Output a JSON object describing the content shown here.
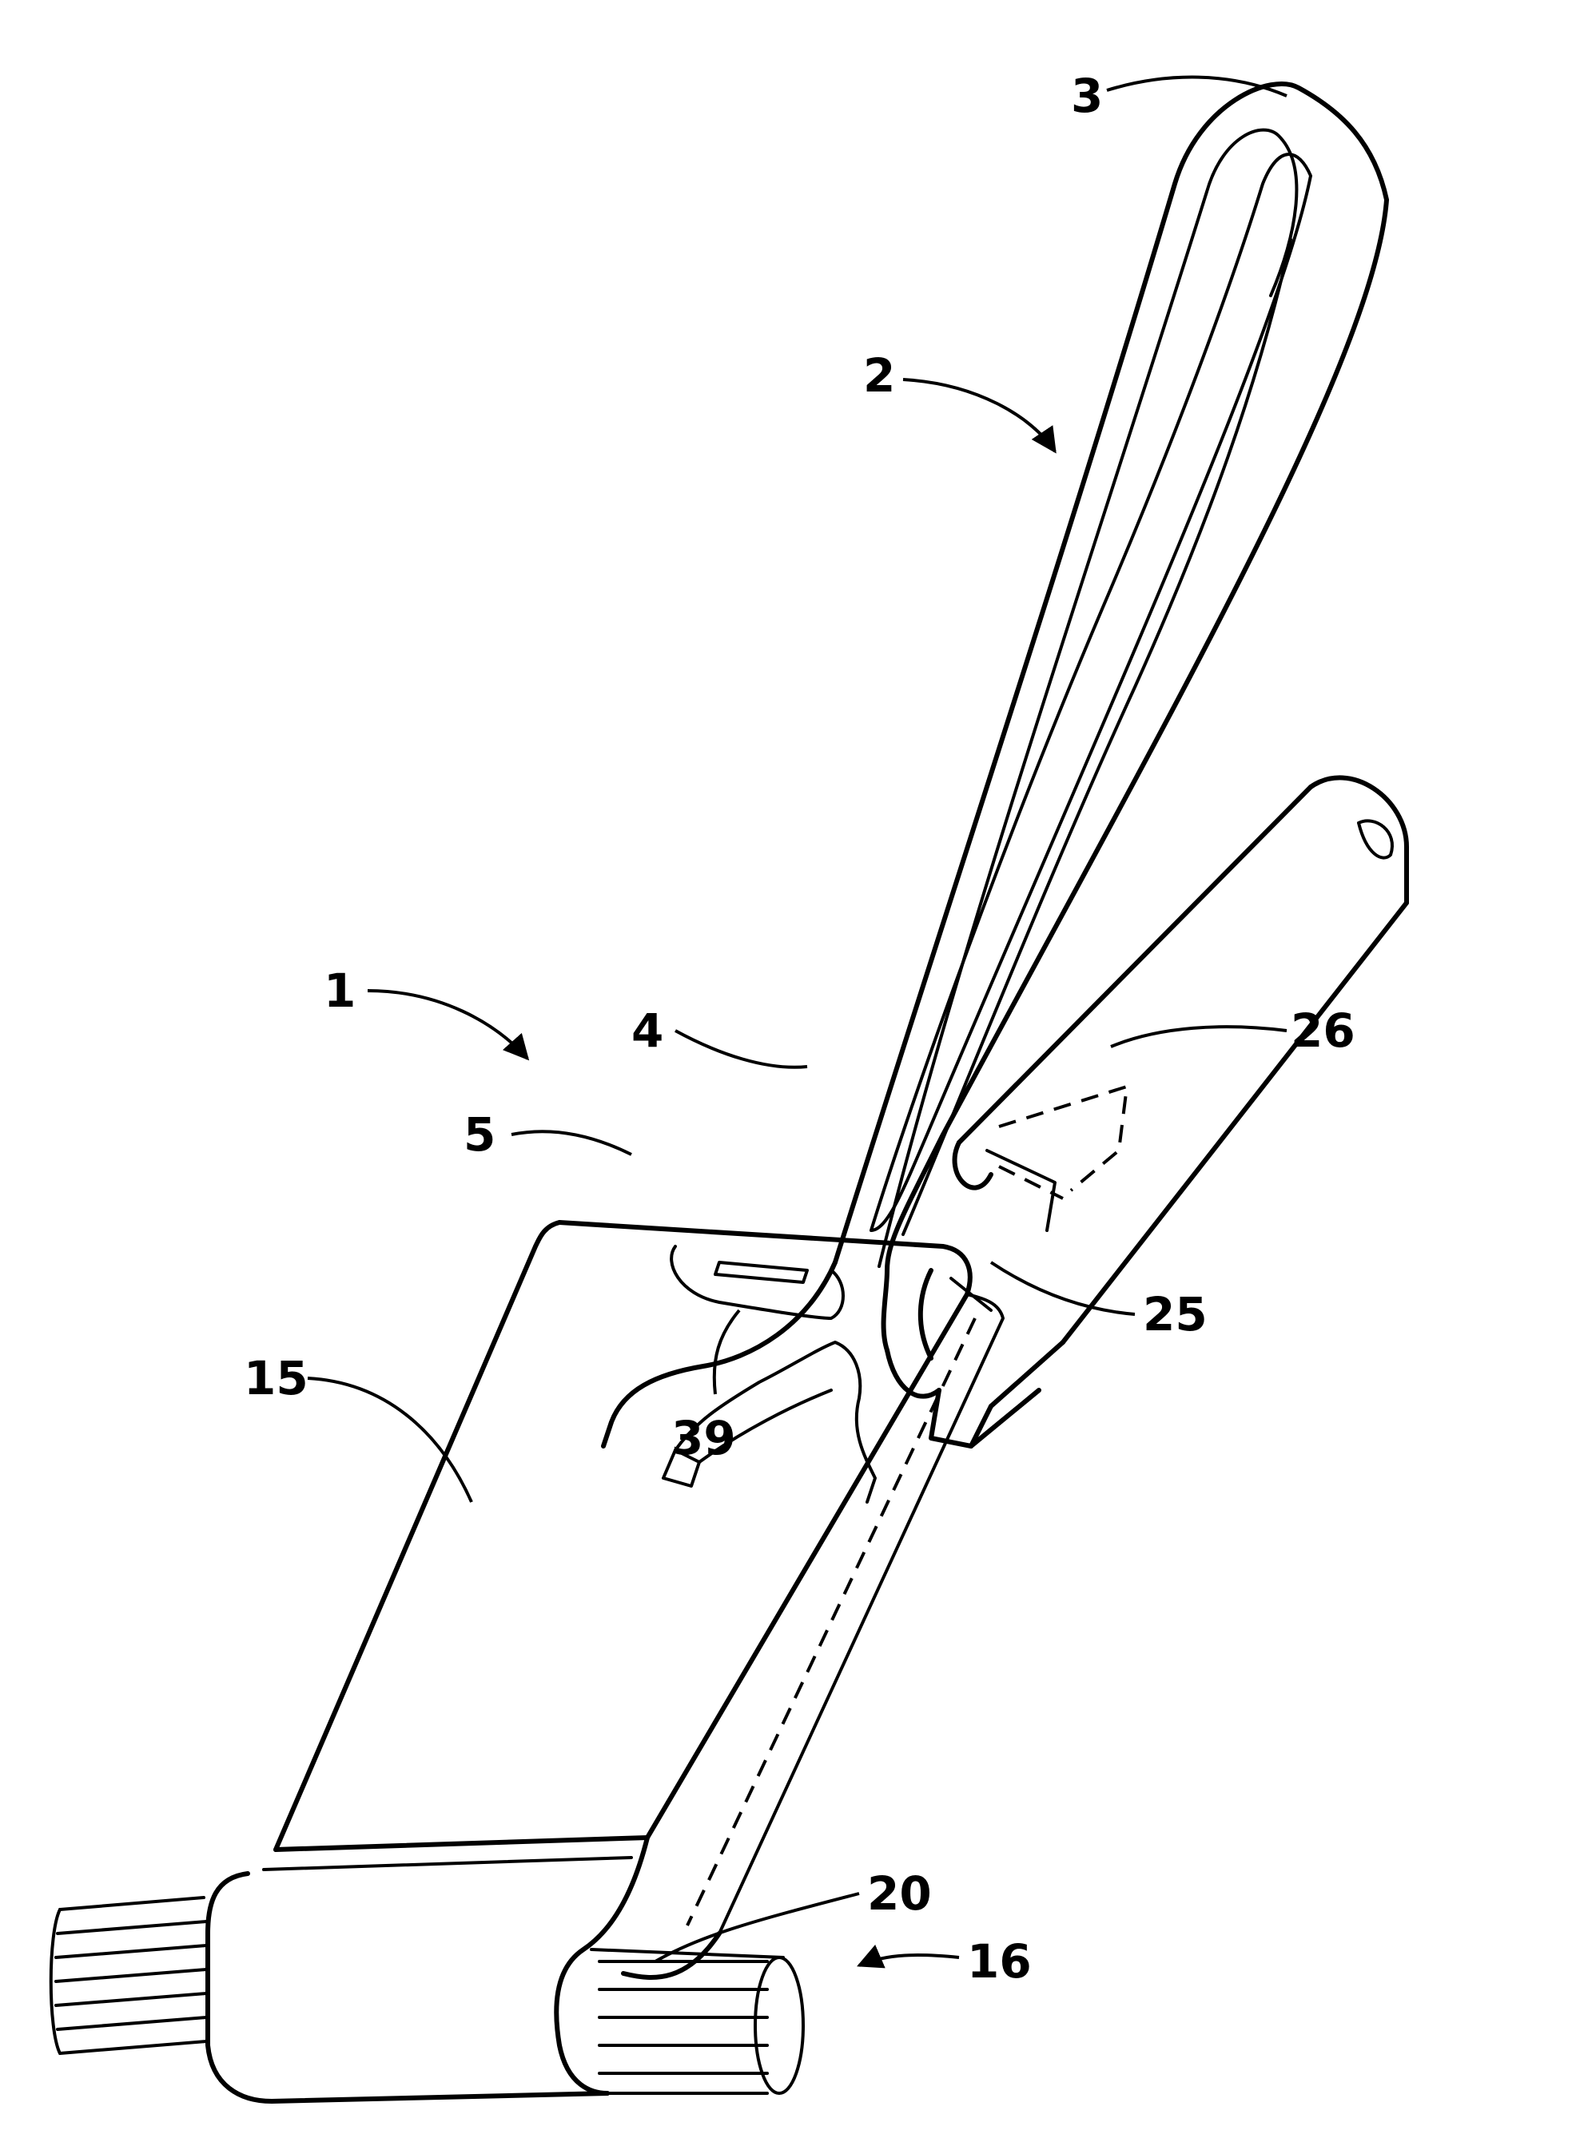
{
  "labels": {
    "ref_1": "1",
    "ref_2": "2",
    "ref_3": "3",
    "ref_4": "4",
    "ref_5": "5",
    "ref_15": "15",
    "ref_16": "16",
    "ref_20": "20",
    "ref_25": "25",
    "ref_26": "26",
    "ref_39": "39"
  },
  "colors": {
    "ink": "#000000",
    "paper": "#ffffff"
  }
}
